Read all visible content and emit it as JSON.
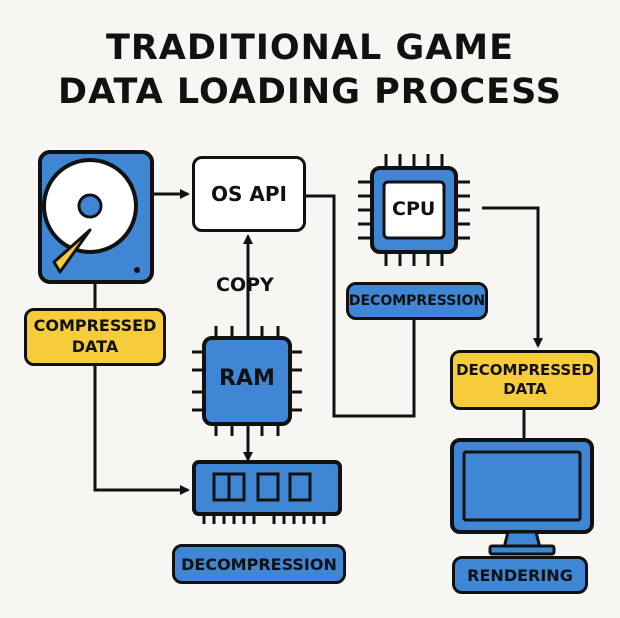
{
  "title": {
    "line1": "TRADITIONAL GAME",
    "line2": "DATA LOADING PROCESS"
  },
  "nodes": {
    "compressed_data": "COMPRESSED\nDATA",
    "os_api": "OS API",
    "copy": "COPY",
    "ram": "RAM",
    "cpu": "CPU",
    "cpu_decompression": "DECOMPRESSION",
    "gpu_decompression": "DECOMPRESSION",
    "decompressed_data": "DECOMPRESSED\nDATA",
    "rendering": "RENDERING"
  },
  "icons": {
    "storage": "hard-drive-icon",
    "processor": "cpu-chip-icon",
    "memory": "ram-chip-icon",
    "graphics": "memory-module-icon",
    "display": "monitor-icon"
  },
  "colors": {
    "blue": "#3f86d4",
    "yellow": "#f6cc3b",
    "outline": "#111111",
    "background": "#f7f6f2"
  }
}
